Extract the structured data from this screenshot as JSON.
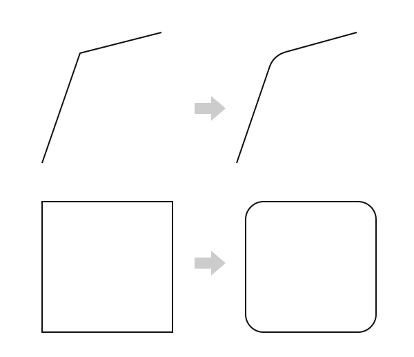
{
  "diagram": {
    "description_items": [
      {
        "name": "sharp-corner-polyline",
        "type": "polyline",
        "corner_style": "sharp"
      },
      {
        "name": "rounded-corner-polyline",
        "type": "polyline",
        "corner_style": "rounded"
      },
      {
        "name": "square-sharp",
        "type": "square",
        "corner_style": "sharp"
      },
      {
        "name": "square-rounded",
        "type": "square",
        "corner_style": "rounded"
      }
    ],
    "arrows": [
      {
        "name": "arrow-top",
        "direction": "right"
      },
      {
        "name": "arrow-bottom",
        "direction": "right"
      }
    ],
    "colors": {
      "background": "#ffffff",
      "stroke": "#111111",
      "arrow": "#cccccc"
    }
  }
}
